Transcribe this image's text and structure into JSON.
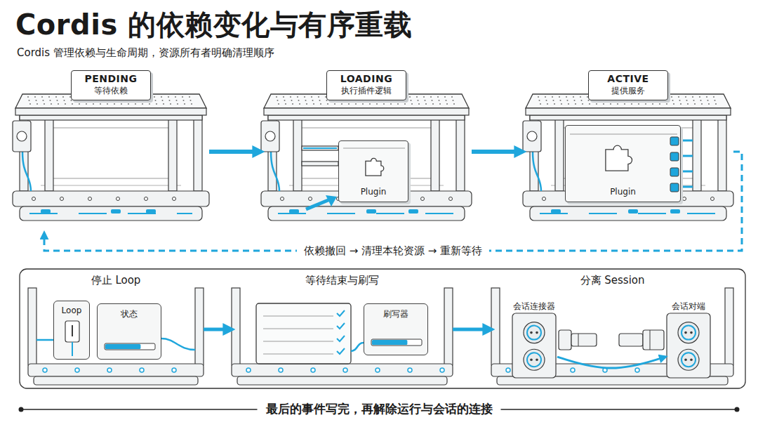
{
  "diagram": {
    "title": "Cordis 的依赖变化与有序重载",
    "caption": "最后的事件写完，再解除运行与会话的连接",
    "nodes": [
      {
        "text": [
          "PENDING",
          "等待依赖"
        ]
      },
      {
        "text": [
          "LOADING",
          "执行插件逻辑"
        ]
      },
      {
        "text": [
          "Plugin"
        ],
        "in": 1
      },
      {
        "text": [
          "ACTIVE",
          "提供服务"
        ]
      },
      {
        "text": [
          "Plugin"
        ],
        "in": 3
      },
      {
        "text": [
          "停止 Loop"
        ]
      },
      {
        "text": [
          "Loop"
        ],
        "in": 5
      },
      {
        "text": [
          "状态"
        ],
        "in": 5
      },
      {
        "text": [
          "等待结束与刷写"
        ]
      },
      {
        "text": [
          "刷写器"
        ],
        "in": 8
      },
      {
        "text": [
          "分离 Session"
        ]
      },
      {
        "text": [
          "会话连接器"
        ],
        "in": 10
      },
      {
        "text": [
          "会话对端"
        ],
        "in": 10
      }
    ],
    "edges": [
      {
        "from": 0,
        "to": 1,
        "arrow": "to"
      },
      {
        "from": 1,
        "to": 3,
        "arrow": "to"
      },
      {
        "from": 3,
        "to": 0,
        "label": "依赖撤回 → 清理本轮资源 → 重新等待",
        "arrow": "to"
      },
      {
        "from": 5,
        "to": 8,
        "arrow": "to"
      },
      {
        "from": 8,
        "to": 10,
        "arrow": "to"
      },
      {
        "from": 11,
        "to": 12,
        "arrow": "to"
      }
    ],
    "labels": [
      "Cordis 管理依赖与生命周期，资源所有者明确清理顺序"
    ]
  }
}
